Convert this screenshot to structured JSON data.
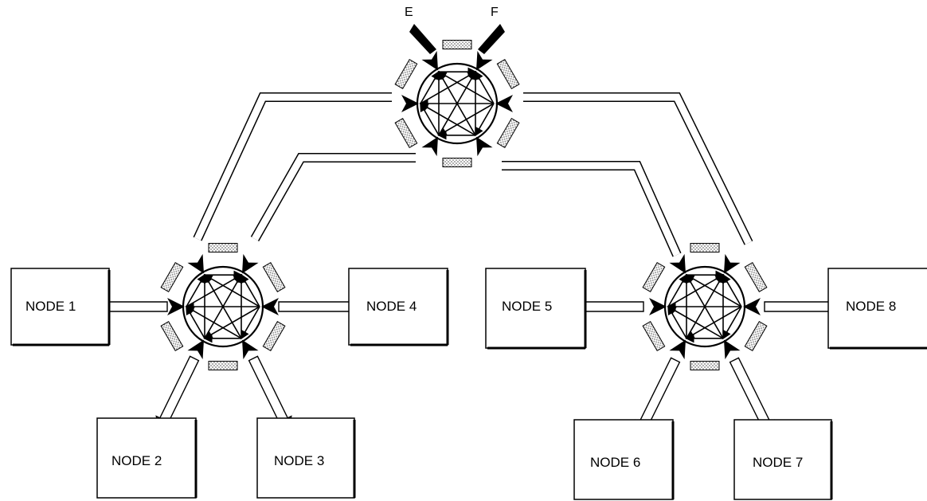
{
  "diagram": {
    "nodes": [
      {
        "id": "n1",
        "label": "NODE 1",
        "hub": "left"
      },
      {
        "id": "n2",
        "label": "NODE 2",
        "hub": "left"
      },
      {
        "id": "n3",
        "label": "NODE 3",
        "hub": "left"
      },
      {
        "id": "n4",
        "label": "NODE 4",
        "hub": "left"
      },
      {
        "id": "n5",
        "label": "NODE 5",
        "hub": "right"
      },
      {
        "id": "n6",
        "label": "NODE 6",
        "hub": "right"
      },
      {
        "id": "n7",
        "label": "NODE 7",
        "hub": "right"
      },
      {
        "id": "n8",
        "label": "NODE 8",
        "hub": "right"
      }
    ],
    "top_hub_ports": [
      {
        "id": "E",
        "label": "E"
      },
      {
        "id": "F",
        "label": "F"
      }
    ],
    "hubs": [
      {
        "id": "top",
        "ports": 6,
        "mesh": "full"
      },
      {
        "id": "left",
        "ports": 6,
        "mesh": "full"
      },
      {
        "id": "right",
        "ports": 6,
        "mesh": "full"
      }
    ],
    "links": [
      {
        "from": "top",
        "to": "left",
        "count": 2
      },
      {
        "from": "top",
        "to": "right",
        "count": 2
      }
    ],
    "colors": {
      "line": "#000000",
      "fill": "#ffffff",
      "shade": "#9a9a9a"
    }
  }
}
